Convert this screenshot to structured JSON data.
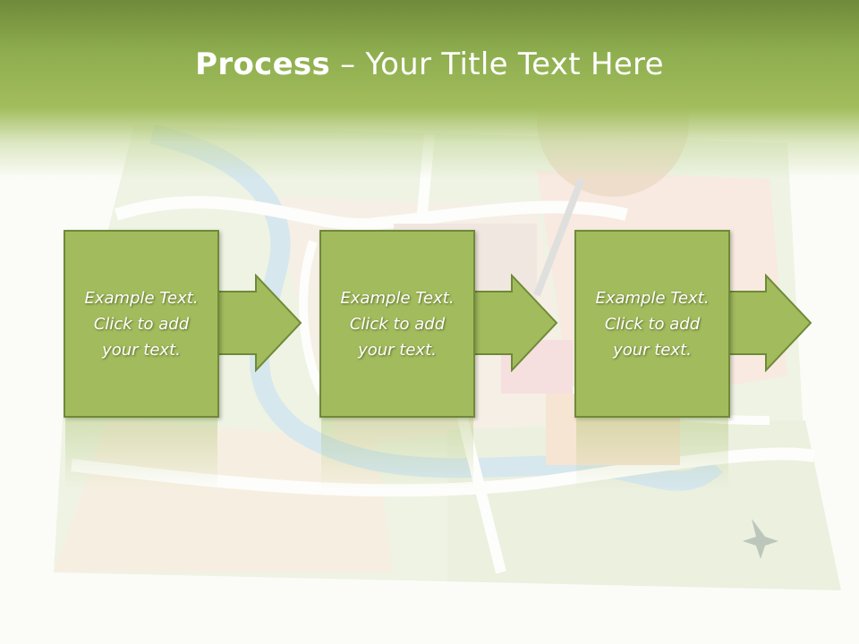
{
  "slide": {
    "title_bold": "Process",
    "title_rest": " – Your Title Text Here"
  },
  "process_steps": [
    {
      "line1": "Example Text.",
      "line2": "Click  to add",
      "line3": "your text."
    },
    {
      "line1": "Example Text.",
      "line2": "Click  to add",
      "line3": "your text."
    },
    {
      "line1": "Example Text.",
      "line2": "Click  to add",
      "line3": "your text."
    }
  ],
  "colors": {
    "header": "#8fae4f",
    "box_fill": "#a2bb5d",
    "box_border": "#6f8a37",
    "text": "#ffffff"
  },
  "background_image": "folded-city-map-with-pin"
}
